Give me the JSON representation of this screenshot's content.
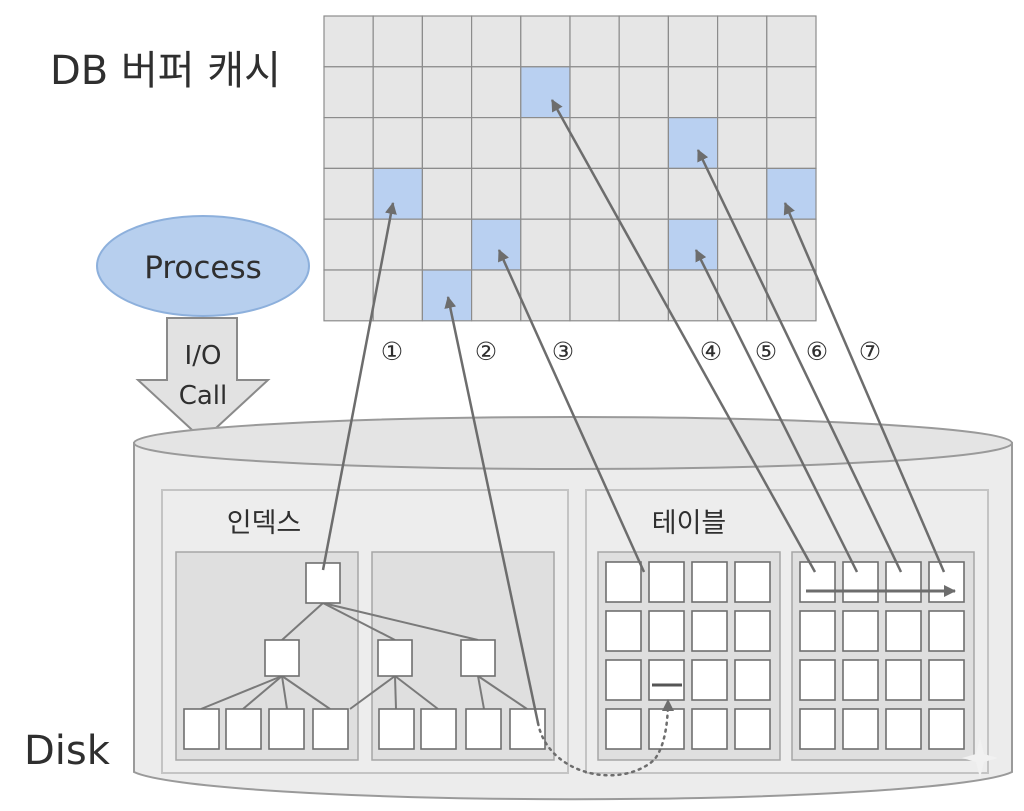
{
  "title": "DB 버퍼 캐시",
  "process_label": "Process",
  "io_call": [
    "I/O",
    "Call"
  ],
  "disk_label": "Disk",
  "index_label": "인덱스",
  "table_label": "테이블",
  "steps": [
    "①",
    "②",
    "③",
    "④",
    "⑤",
    "⑥",
    "⑦"
  ],
  "colors": {
    "cache_cell": "#e6e6e6",
    "cache_highlight": "#b9d0f1",
    "process_fill": "#b7cfee",
    "disk_fill": "#ececec",
    "panel_fill": "#e2e2e2",
    "line": "#767676",
    "arrow": "#6d6d6d"
  }
}
